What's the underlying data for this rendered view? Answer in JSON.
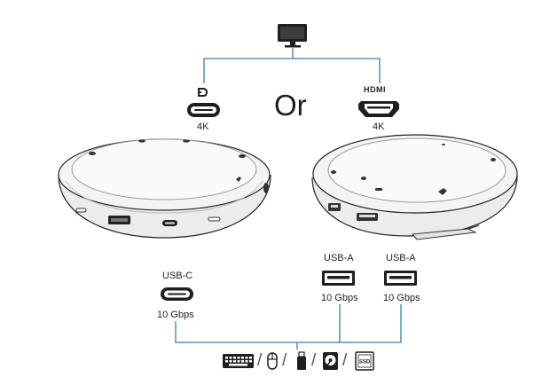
{
  "top": {
    "monitor_icon": "monitor-icon",
    "or_text": "Or"
  },
  "video_ports": [
    {
      "icon": "displayport-icon",
      "label": "4K"
    },
    {
      "icon": "hdmi-icon",
      "word": "HDMI",
      "label": "4K"
    }
  ],
  "data_ports": [
    {
      "name": "USB-C",
      "speed": "10 Gbps"
    },
    {
      "name": "USB-A",
      "speed": "10 Gbps"
    },
    {
      "name": "USB-A",
      "speed": "10 Gbps"
    }
  ],
  "devices": [
    "keyboard-icon",
    "mouse-icon",
    "usb-drive-icon",
    "hard-drive-icon",
    "ssd-icon"
  ],
  "colors": {
    "connector_line": "#3a7fa8",
    "outline": "#222222"
  },
  "ssd_label": "SSD"
}
